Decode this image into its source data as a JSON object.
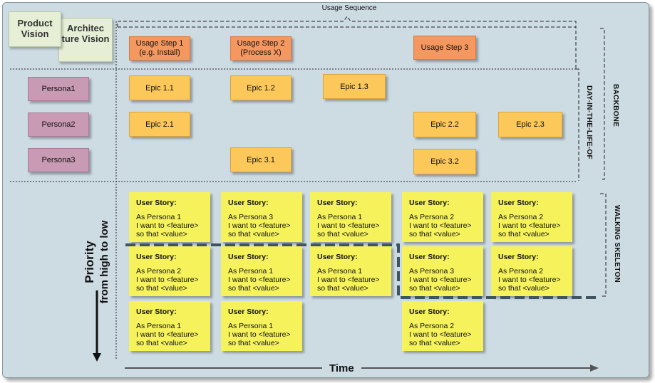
{
  "header": {
    "usage_sequence": "Usage Sequence"
  },
  "visions": {
    "product": "Product Vision",
    "architecture": "Architec ture Vision"
  },
  "usage_steps": [
    {
      "line1": "Usage Step 1",
      "line2": "(e.g. Install)"
    },
    {
      "line1": "Usage Step 2",
      "line2": "(Process X)"
    },
    {
      "line1": "Usage Step 3",
      "line2": ""
    }
  ],
  "personas": [
    "Persona1",
    "Persona2",
    "Persona3"
  ],
  "epics": [
    "Epic 1.1",
    "Epic 1.2",
    "Epic 1.3",
    "Epic 2.1",
    "Epic 2.2",
    "Epic 2.3",
    "Epic 3.1",
    "Epic 3.2"
  ],
  "story_title": "User Story:",
  "stories": [
    {
      "persona": "As Persona 1",
      "want": "I want to <feature>",
      "value": "so that <value>"
    },
    {
      "persona": "As Persona 3",
      "want": "I want to <feature>",
      "value": "so that <value>"
    },
    {
      "persona": "As Persona 1",
      "want": "I want to <feature>",
      "value": "so that <value>"
    },
    {
      "persona": "As Persona 2",
      "want": "I want to <feature>",
      "value": "so that <value>"
    },
    {
      "persona": "As Persona 2",
      "want": "I want to <feature>",
      "value": "so that <value>"
    },
    {
      "persona": "As Persona 2",
      "want": "I want to <feature>",
      "value": "so that <value>"
    },
    {
      "persona": "As Persona 1",
      "want": "I want to <feature>",
      "value": "so that <value>"
    },
    {
      "persona": "As Persona 1",
      "want": "I want to <feature>",
      "value": "so that <value>"
    },
    {
      "persona": "As Persona 3",
      "want": "I want to <feature>",
      "value": "so that <value>"
    },
    {
      "persona": "As Persona 2",
      "want": "I want to <feature>",
      "value": "so that <value>"
    },
    {
      "persona": "As Persona 1",
      "want": "I want to <feature>",
      "value": "so that <value>"
    },
    {
      "persona": "As Persona 1",
      "want": "I want to <feature>",
      "value": "so that <value>"
    },
    {
      "persona": "As Persona 2",
      "want": "I want to <feature>",
      "value": "so that <value>"
    }
  ],
  "labels": {
    "backbone": "BACKBONE",
    "day_in_the_life": "DAY-IN-THE-LIFE-OF",
    "walking_skeleton": "WALKING SKELETON",
    "priority_line1": "Priority",
    "priority_line2": "from high to low",
    "time": "Time"
  },
  "colors": {
    "panel": "#cddbe3",
    "persona": "#c99ab4",
    "epic": "#fcc85a",
    "usage_step": "#f59860",
    "story": "#f5f25b",
    "walking_skeleton_line": "#3e5461"
  }
}
